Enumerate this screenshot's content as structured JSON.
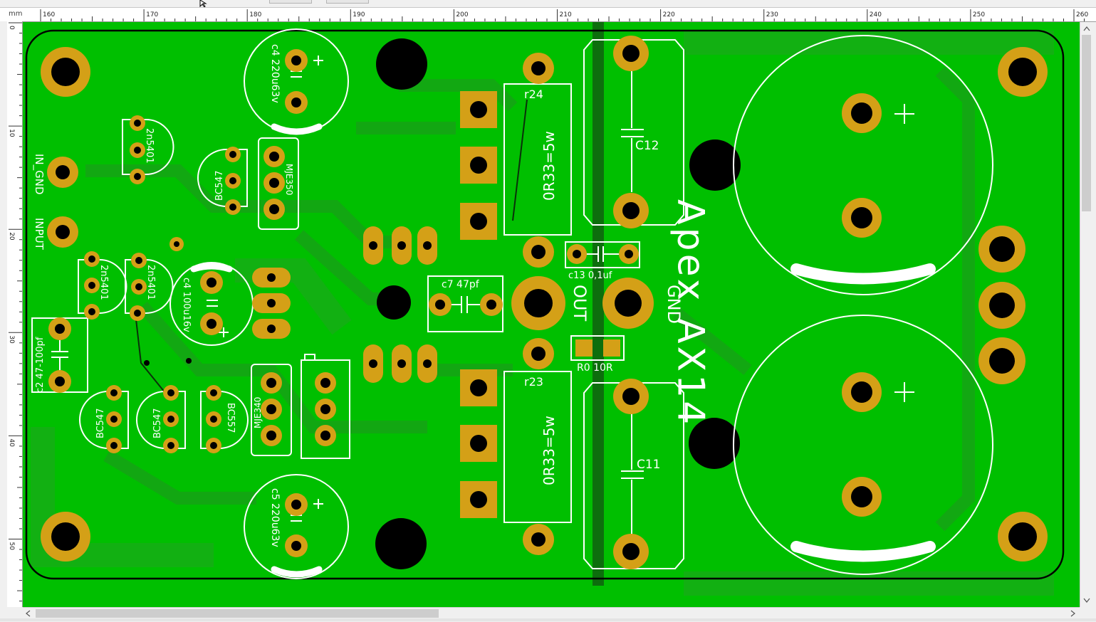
{
  "ruler": {
    "unit": "mm",
    "h_labels": [
      "160",
      "170",
      "180",
      "190",
      "200",
      "210",
      "220",
      "230",
      "240",
      "250",
      "260"
    ],
    "v_labels": [
      "0",
      "10",
      "20",
      "30",
      "40",
      "50"
    ]
  },
  "board": {
    "title": "Apex AX14",
    "colors": {
      "board": "#00bf00",
      "pad": "#d4a017",
      "hole": "#000000",
      "silk": "#ffffff",
      "outline": "#000000"
    },
    "labels": {
      "in_gnd": "IN_GND",
      "input": "INPUT",
      "out": "OUT",
      "gnd": "GND",
      "c4_top": "c4 220u63v",
      "c5": "c5 220u63v",
      "c4_mid": "c4 100u16v",
      "c2": "c2 47-100pf",
      "c7": "c7 47pf",
      "c13": "c13 0,1uf",
      "c12": "C12",
      "c11": "C11",
      "r24": "r24",
      "r23": "r23",
      "r24_val": "0R33=5w",
      "r23_val": "0R33=5w",
      "r0": "R0 10R",
      "q_2n5401_a": "2n5401",
      "q_2n5401_b": "2n5401",
      "q_2n5401_c": "2n5401",
      "q_bc547_a": "BC547",
      "q_bc547_b": "BC547",
      "q_bc547_c": "BC547",
      "q_bc557": "BC557",
      "mje350": "MJE350",
      "mje340": "MJE340"
    }
  },
  "icons": [
    "scroll-left-arrow-icon",
    "scroll-right-arrow-icon",
    "scroll-up-arrow-icon",
    "scroll-down-arrow-icon",
    "cursor-icon"
  ]
}
